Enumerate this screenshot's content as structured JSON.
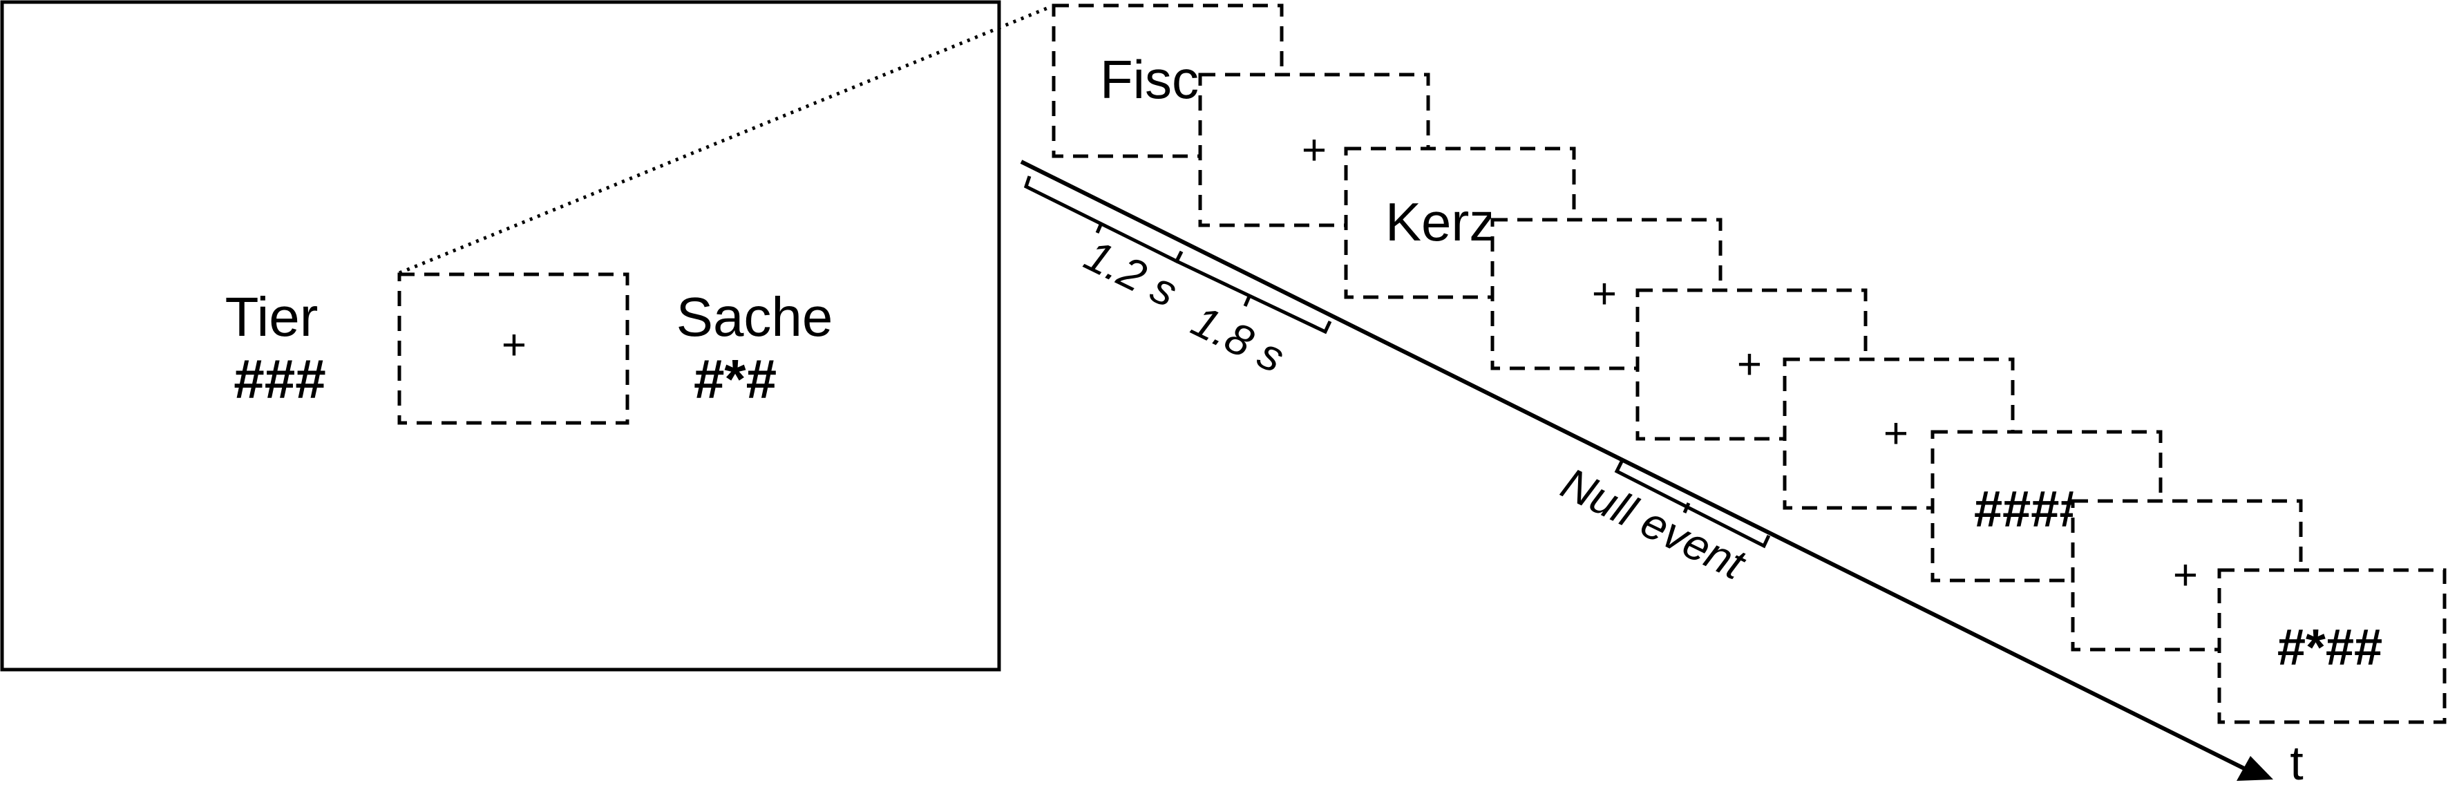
{
  "screen": {
    "labels": {
      "left": "Tier",
      "right": "Sache"
    },
    "masks": {
      "left": "###",
      "right": "#*#"
    },
    "fixation": "+"
  },
  "sequence": {
    "frames": [
      {
        "text": "Fisch"
      },
      {
        "text": "+"
      },
      {
        "text": "Kerze"
      },
      {
        "text": "+"
      },
      {
        "text": "+"
      },
      {
        "text": "+"
      },
      {
        "text": "####"
      },
      {
        "text": "+"
      },
      {
        "text": "#*##"
      }
    ]
  },
  "timeline": {
    "durations": [
      "1.2 s",
      "1.8 s"
    ],
    "null_event": "Null event",
    "axis_label": "t"
  }
}
